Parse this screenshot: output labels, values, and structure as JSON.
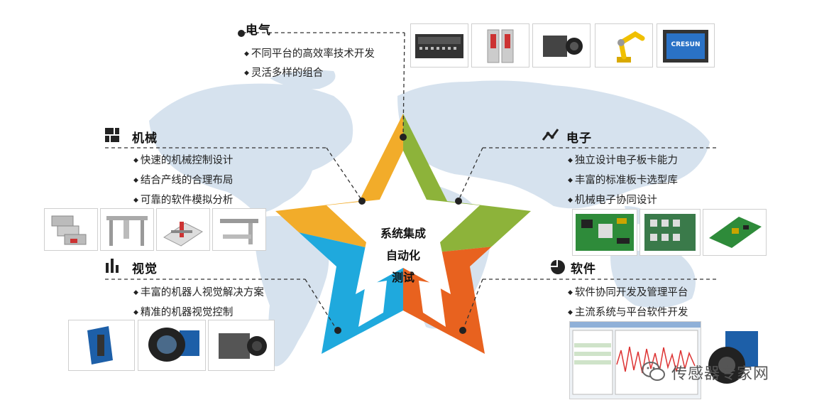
{
  "center": {
    "line1": "系统集成",
    "line2": "自动化",
    "line3": "测试"
  },
  "sections": {
    "electrical": {
      "title": "电气",
      "bullets": [
        "不同平台的高效率技术开发",
        "灵活多样的组合"
      ]
    },
    "mechanical": {
      "title": "机械",
      "bullets": [
        "快速的机械控制设计",
        "结合产线的合理布局",
        "可靠的软件模拟分析"
      ]
    },
    "electronics": {
      "title": "电子",
      "bullets": [
        "独立设计电子板卡能力",
        "丰富的标准板卡选型库",
        "机械电子协同设计"
      ]
    },
    "vision": {
      "title": "视觉",
      "bullets": [
        "丰富的机器人视觉解决方案",
        "精准的机器视觉控制"
      ]
    },
    "software": {
      "title": "软件",
      "bullets": [
        "软件协同开发及管理平台",
        "主流系统与平台软件开发"
      ]
    }
  },
  "monitor_brand": "CRESUN",
  "watermark": "传感器专家网",
  "colors": {
    "yellow": "#F2AC2A",
    "green": "#8DB33A",
    "blue": "#1FA9DD",
    "orange": "#E8621F",
    "map": "#D6E2EE"
  },
  "icons": [
    "dot-marker-icon",
    "grid-blocks-icon",
    "trend-line-icon",
    "bar-chart-icon",
    "pie-chart-icon",
    "wechat-icon"
  ]
}
